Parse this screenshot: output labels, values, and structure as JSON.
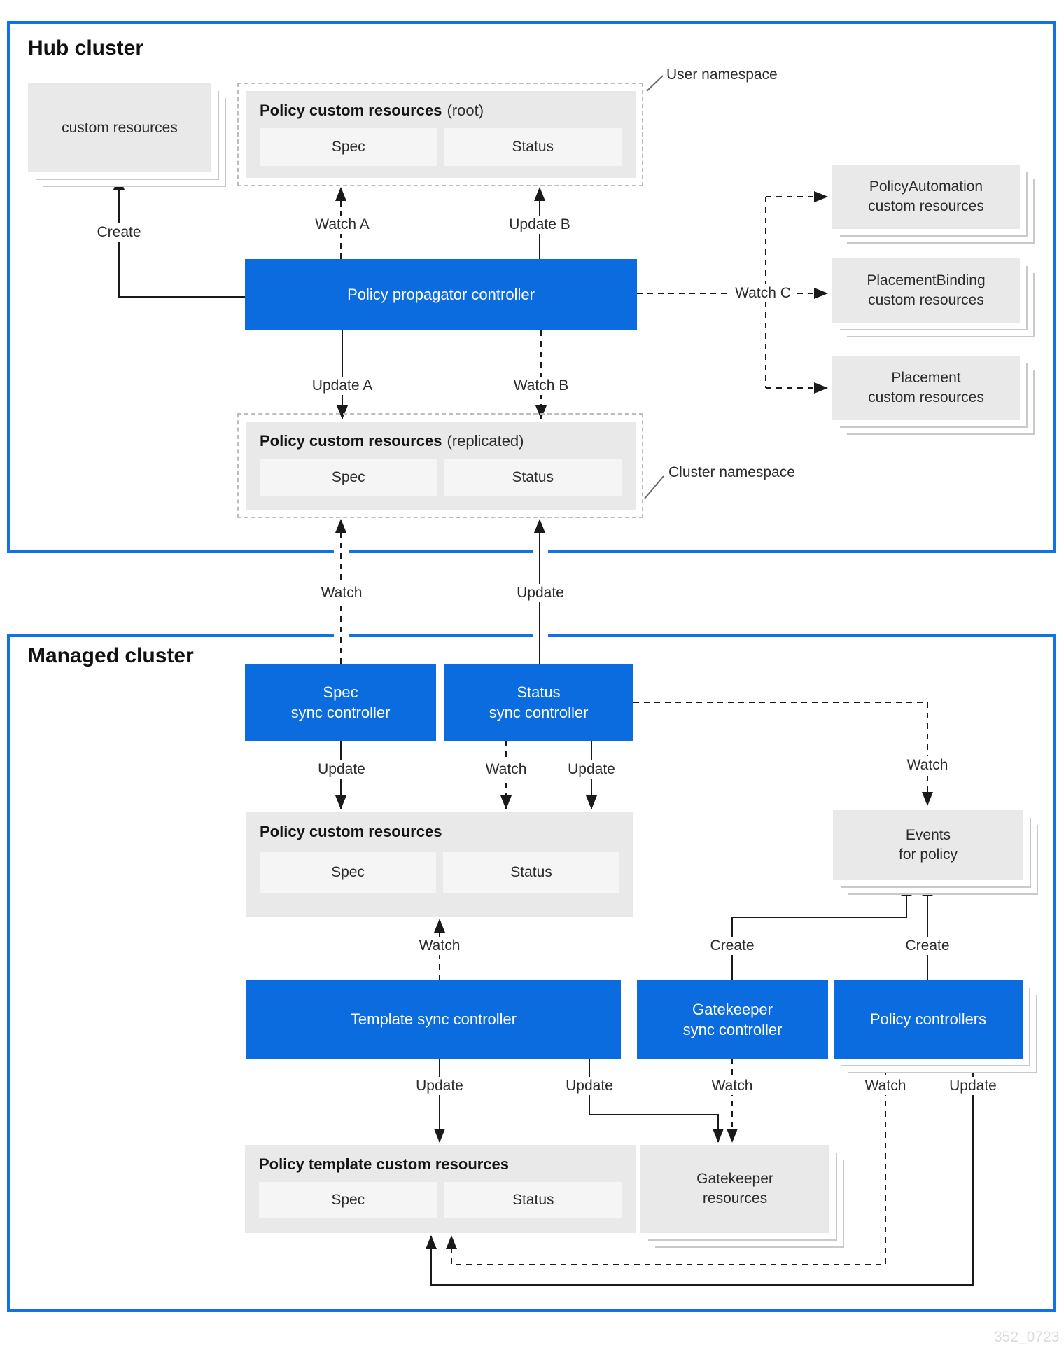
{
  "colors": {
    "cluster_border": "#1171e6",
    "controller_blue": "#0b6cdf",
    "box_gray": "#e9e9e9",
    "inner_gray": "#f5f5f5",
    "line_black": "#1a1a1a",
    "dashed_border_gray": "#bdbdbd",
    "watermark_gray": "#dcdcdc"
  },
  "watermark": "352_0723",
  "hub": {
    "title": "Hub cluster",
    "custom_resources_label": "custom resources",
    "user_namespace": "User namespace",
    "cluster_namespace": "Cluster namespace",
    "root_policy": {
      "title": "Policy custom resources",
      "qualifier": "(root)",
      "spec": "Spec",
      "status": "Status"
    },
    "replicated_policy": {
      "title": "Policy custom resources",
      "qualifier": "(replicated)",
      "spec": "Spec",
      "status": "Status"
    },
    "propagator_label": "Policy propagator controller",
    "edge_labels": {
      "create": "Create",
      "watch_a": "Watch A",
      "update_b": "Update B",
      "update_a": "Update A",
      "watch_b": "Watch B",
      "watch_c": "Watch C"
    },
    "policy_automation": {
      "line1": "PolicyAutomation",
      "line2": "custom resources"
    },
    "placement_binding": {
      "line1": "PlacementBinding",
      "line2": "custom resources"
    },
    "placement": {
      "line1": "Placement",
      "line2": "custom resources"
    }
  },
  "boundary": {
    "watch": "Watch",
    "update": "Update"
  },
  "managed": {
    "title": "Managed cluster",
    "spec_sync": {
      "line1": "Spec",
      "line2": "sync controller"
    },
    "status_sync": {
      "line1": "Status",
      "line2": "sync controller"
    },
    "policy_resources": {
      "title": "Policy custom resources",
      "spec": "Spec",
      "status": "Status"
    },
    "events": {
      "line1": "Events",
      "line2": "for policy"
    },
    "template_sync_label": "Template sync controller",
    "gatekeeper_sync": {
      "line1": "Gatekeeper",
      "line2": "sync controller"
    },
    "policy_controllers_label": "Policy controllers",
    "policy_template_resources": {
      "title": "Policy template custom resources",
      "spec": "Spec",
      "status": "Status"
    },
    "gatekeeper_resources": {
      "line1": "Gatekeeper",
      "line2": "resources"
    },
    "edge_labels": {
      "update": "Update",
      "watch": "Watch",
      "create": "Create"
    }
  }
}
